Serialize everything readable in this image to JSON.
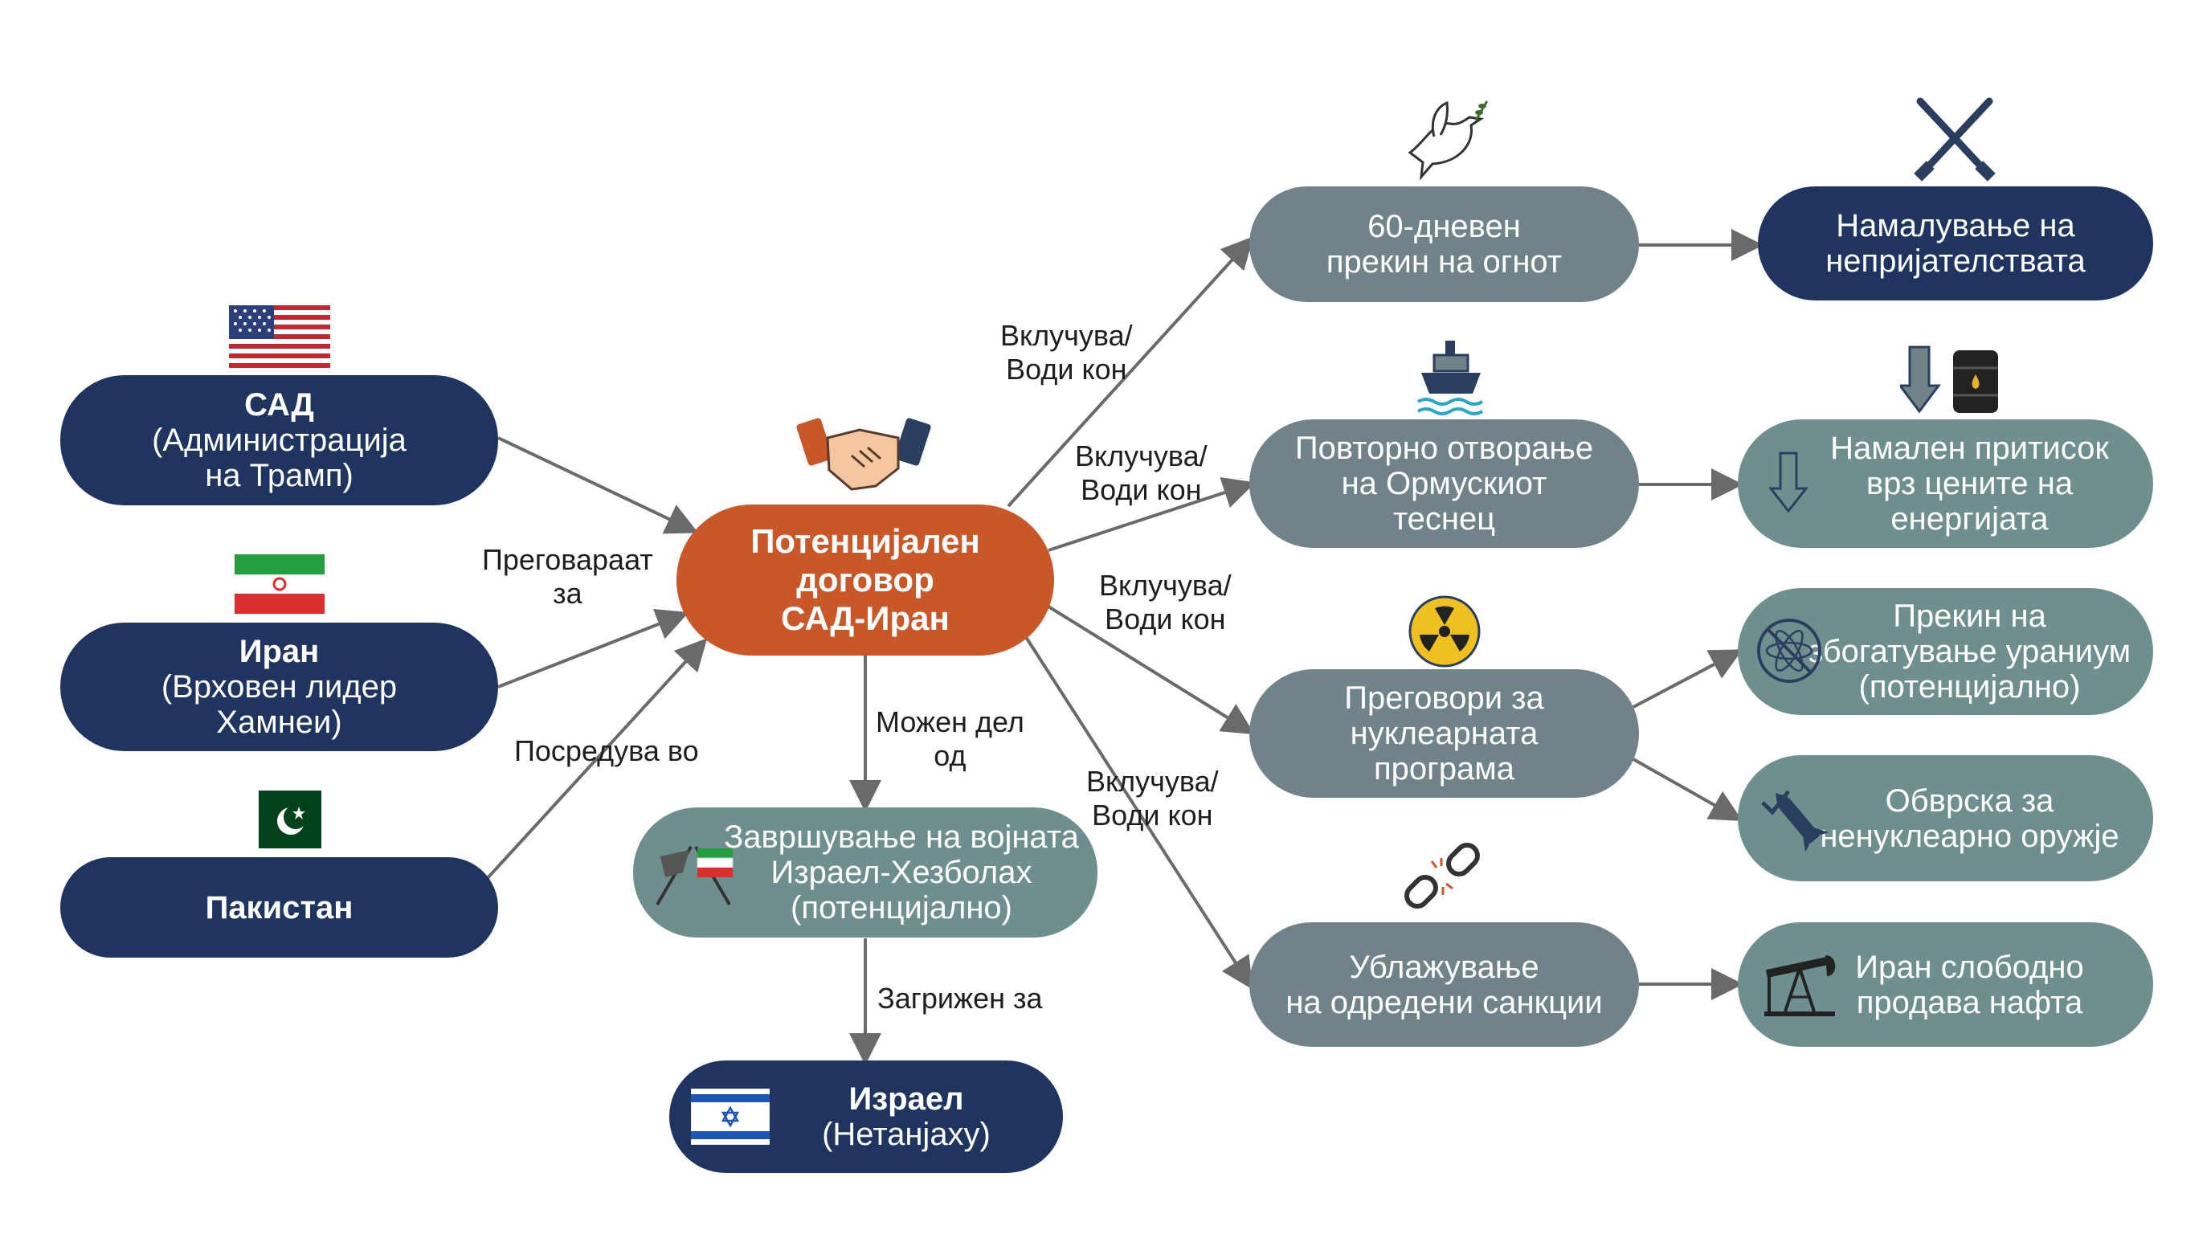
{
  "nodes": {
    "usa": {
      "title": "САД",
      "sub1": "(Администрација",
      "sub2": "на Трамп)"
    },
    "iran": {
      "title": "Иран",
      "sub1": "(Врховен лидер",
      "sub2": "Хамнеи)"
    },
    "pakistan": {
      "title": "Пакистан"
    },
    "deal": {
      "l1": "Потенцијален",
      "l2": "договор",
      "l3": "САД-Иран"
    },
    "war_end": {
      "l1": "Завршување на војната",
      "l2": "Израел-Хезболах",
      "l3": "(потенцијално)"
    },
    "israel": {
      "title": "Израел",
      "sub": "(Нетанјаху)"
    },
    "ceasefire": {
      "l1": "60-дневен",
      "l2": "прекин на огнот"
    },
    "hormuz": {
      "l1": "Повторно отворање",
      "l2": "на Ормускиот",
      "l3": "теснец"
    },
    "nuclear": {
      "l1": "Преговори за",
      "l2": "нуклеарната",
      "l3": "програма"
    },
    "sanctions": {
      "l1": "Ублажување",
      "l2": "на одредени санкции"
    },
    "hostility": {
      "l1": "Намалување на",
      "l2": "непријателствата"
    },
    "energy": {
      "l1": "Намален притисок",
      "l2": "врз цените на",
      "l3": "енергијата"
    },
    "enrich": {
      "l1": "Прекин на",
      "l2": "збогатување ураниум",
      "l3": "(потенцијално)"
    },
    "nonnuclear": {
      "l1": "Обврска за",
      "l2": "ненуклеарно оружје"
    },
    "oil": {
      "l1": "Иран слободно",
      "l2": "продава нафта"
    }
  },
  "edge_labels": {
    "negotiate": {
      "l1": "Преговараат",
      "l2": "за"
    },
    "mediate": "Посредува во",
    "includes_1": {
      "l1": "Вклучува/",
      "l2": "Води кон"
    },
    "includes_2": {
      "l1": "Вклучува/",
      "l2": "Води кон"
    },
    "includes_3": {
      "l1": "Вклучува/",
      "l2": "Води кон"
    },
    "includes_4": {
      "l1": "Вклучува/",
      "l2": "Води кон"
    },
    "maybe_part": {
      "l1": "Можен дел",
      "l2": "од"
    },
    "concerned": "Загрижен за"
  },
  "icons": [
    "usa-flag-icon",
    "iran-flag-icon",
    "pakistan-flag-icon",
    "handshake-icon",
    "crossed-flags-icon",
    "israel-flag-icon",
    "dove-icon",
    "crossed-rifles-icon",
    "ship-icon",
    "down-arrow-oil-barrel-icon",
    "down-arrow-icon",
    "radiation-icon",
    "atom-prohibited-icon",
    "checkmark-missile-icon",
    "broken-chain-icon",
    "oil-pump-icon"
  ],
  "colors": {
    "navy": "#1f3560",
    "slate": "#6f8389",
    "teal": "#6f8f8e",
    "orange": "#c8582a",
    "arrow": "#6a6a6a"
  }
}
